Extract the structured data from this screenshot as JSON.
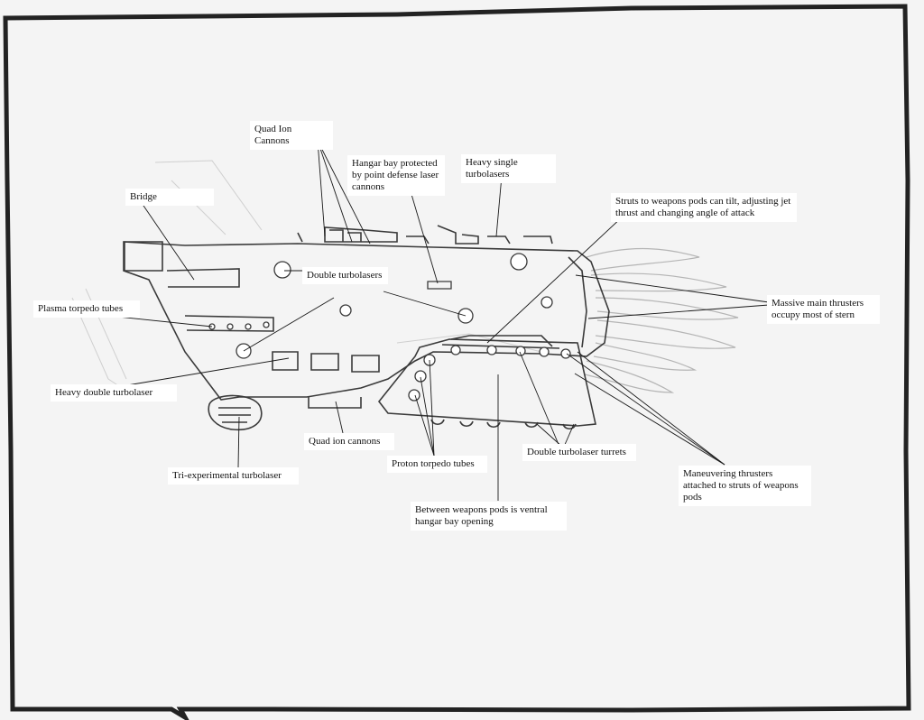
{
  "diagram": {
    "labels": {
      "quad_ion_cannons_top": "Quad Ion Cannons",
      "hangar_bay": "Hangar bay protected by point defense laser cannons",
      "heavy_single_turbolasers": "Heavy single turbolasers",
      "bridge": "Bridge",
      "struts": "Struts to weapons pods can tilt, adjusting jet thrust and changing angle of attack",
      "double_turbolasers": "Double turbolasers",
      "massive_thrusters": "Massive main thrusters occupy most of stern",
      "plasma_torpedo_tubes": "Plasma torpedo tubes",
      "heavy_double_turbolaser": "Heavy double turbolaser",
      "quad_ion_cannons_bottom": "Quad ion cannons",
      "double_turbolaser_turrets": "Double turbolaser turrets",
      "proton_torpedo_tubes": "Proton torpedo tubes",
      "maneuvering_thrusters": "Maneuvering thrusters attached to struts of weapons pods",
      "tri_experimental": "Tri-experimental turbolaser",
      "ventral_hangar": "Between weapons pods is ventral hangar bay opening"
    }
  }
}
